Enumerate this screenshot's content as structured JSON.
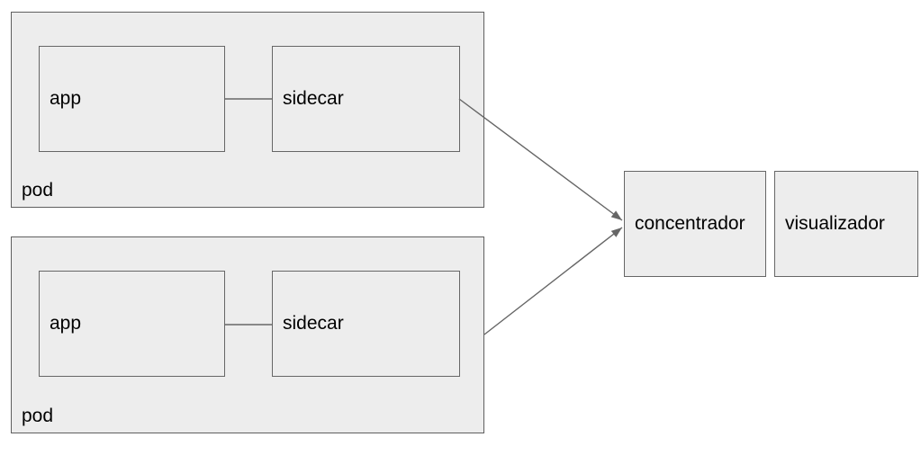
{
  "diagram": {
    "pods": [
      {
        "pod_label": "pod",
        "app_label": "app",
        "sidecar_label": "sidecar"
      },
      {
        "pod_label": "pod",
        "app_label": "app",
        "sidecar_label": "sidecar"
      }
    ],
    "concentrator_label": "concentrador",
    "visualizer_label": "visualizador",
    "edges": [
      {
        "from": "app-1",
        "to": "sidecar-1",
        "type": "plain-line"
      },
      {
        "from": "app-2",
        "to": "sidecar-2",
        "type": "plain-line"
      },
      {
        "from": "sidecar-1",
        "to": "concentrador",
        "type": "arrow"
      },
      {
        "from": "pod-2",
        "to": "concentrador",
        "type": "arrow"
      }
    ]
  },
  "colors": {
    "background": "#ffffff",
    "box_fill": "#ededed",
    "box_stroke": "#666666",
    "pod_stroke": "#5f5f5f",
    "edge": "#666666",
    "text": "#000000"
  }
}
